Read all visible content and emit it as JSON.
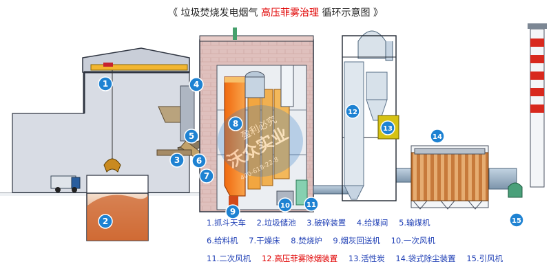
{
  "title": {
    "prefix": "《 垃圾焚烧发电烟气 ",
    "highlight": "高压菲雾治理",
    "suffix": " 循环示意图 》"
  },
  "watermark": {
    "top": "盈利必究",
    "main": "沃众实业",
    "sub": "400-618-22-8"
  },
  "markers": [
    "1",
    "2",
    "3",
    "4",
    "5",
    "6",
    "7",
    "8",
    "9",
    "10",
    "11",
    "12",
    "13",
    "14",
    "15"
  ],
  "legend": {
    "row1": [
      "1.抓斗天车",
      "2.垃圾储池",
      "3.破碎装置",
      "4.给煤间",
      "5.输煤机"
    ],
    "row2": [
      "6.给料机",
      "7.干燥床",
      "8.焚烧炉",
      "9.烟灰回送机",
      "10.一次风机"
    ],
    "row3": [
      "11.二次风机",
      "12.高压菲雾除烟装置",
      "13.活性炭",
      "14.袋式除尘装置",
      "15.引风机"
    ]
  },
  "colors": {
    "marker": "#1e82d2",
    "highlight": "#e00000",
    "legend_text": "#1f3fb5",
    "building": "#d4d8e0",
    "pipe": "#8aa2b8"
  }
}
